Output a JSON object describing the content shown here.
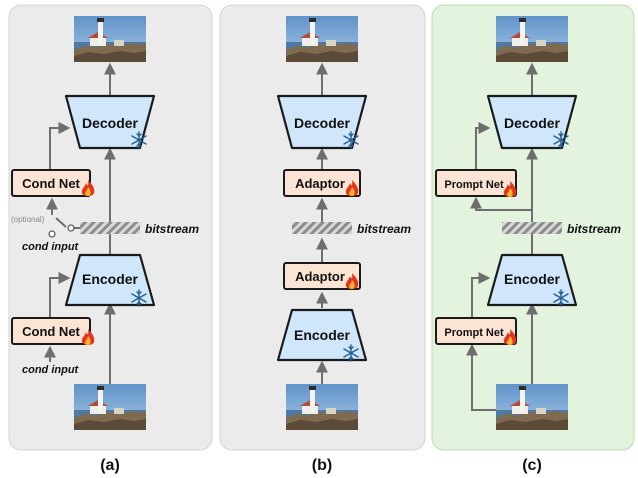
{
  "panels": [
    {
      "caption": "(a)",
      "decoder_label": "Decoder",
      "encoder_label": "Encoder",
      "cond_net_top_label": "Cond Net",
      "cond_net_bottom_label": "Cond Net",
      "bitstream_label": "bitstream",
      "optional_label": "(optional)",
      "cond_input_top_label": "cond input",
      "cond_input_bottom_label": "cond input"
    },
    {
      "caption": "(b)",
      "decoder_label": "Decoder",
      "encoder_label": "Encoder",
      "adaptor_top_label": "Adaptor",
      "adaptor_bottom_label": "Adaptor",
      "bitstream_label": "bitstream"
    },
    {
      "caption": "(c)",
      "decoder_label": "Decoder",
      "encoder_label": "Encoder",
      "prompt_net_top_label": "Prompt Net",
      "prompt_net_bottom_label": "Prompt Net",
      "bitstream_label": "bitstream"
    }
  ],
  "colors": {
    "panel_gray": "#ebebeb",
    "panel_green": "#e3f3de",
    "codec_fill": "#cfe6fb",
    "module_fill": "#fbe4d4",
    "arrow": "#6e6e6e"
  }
}
